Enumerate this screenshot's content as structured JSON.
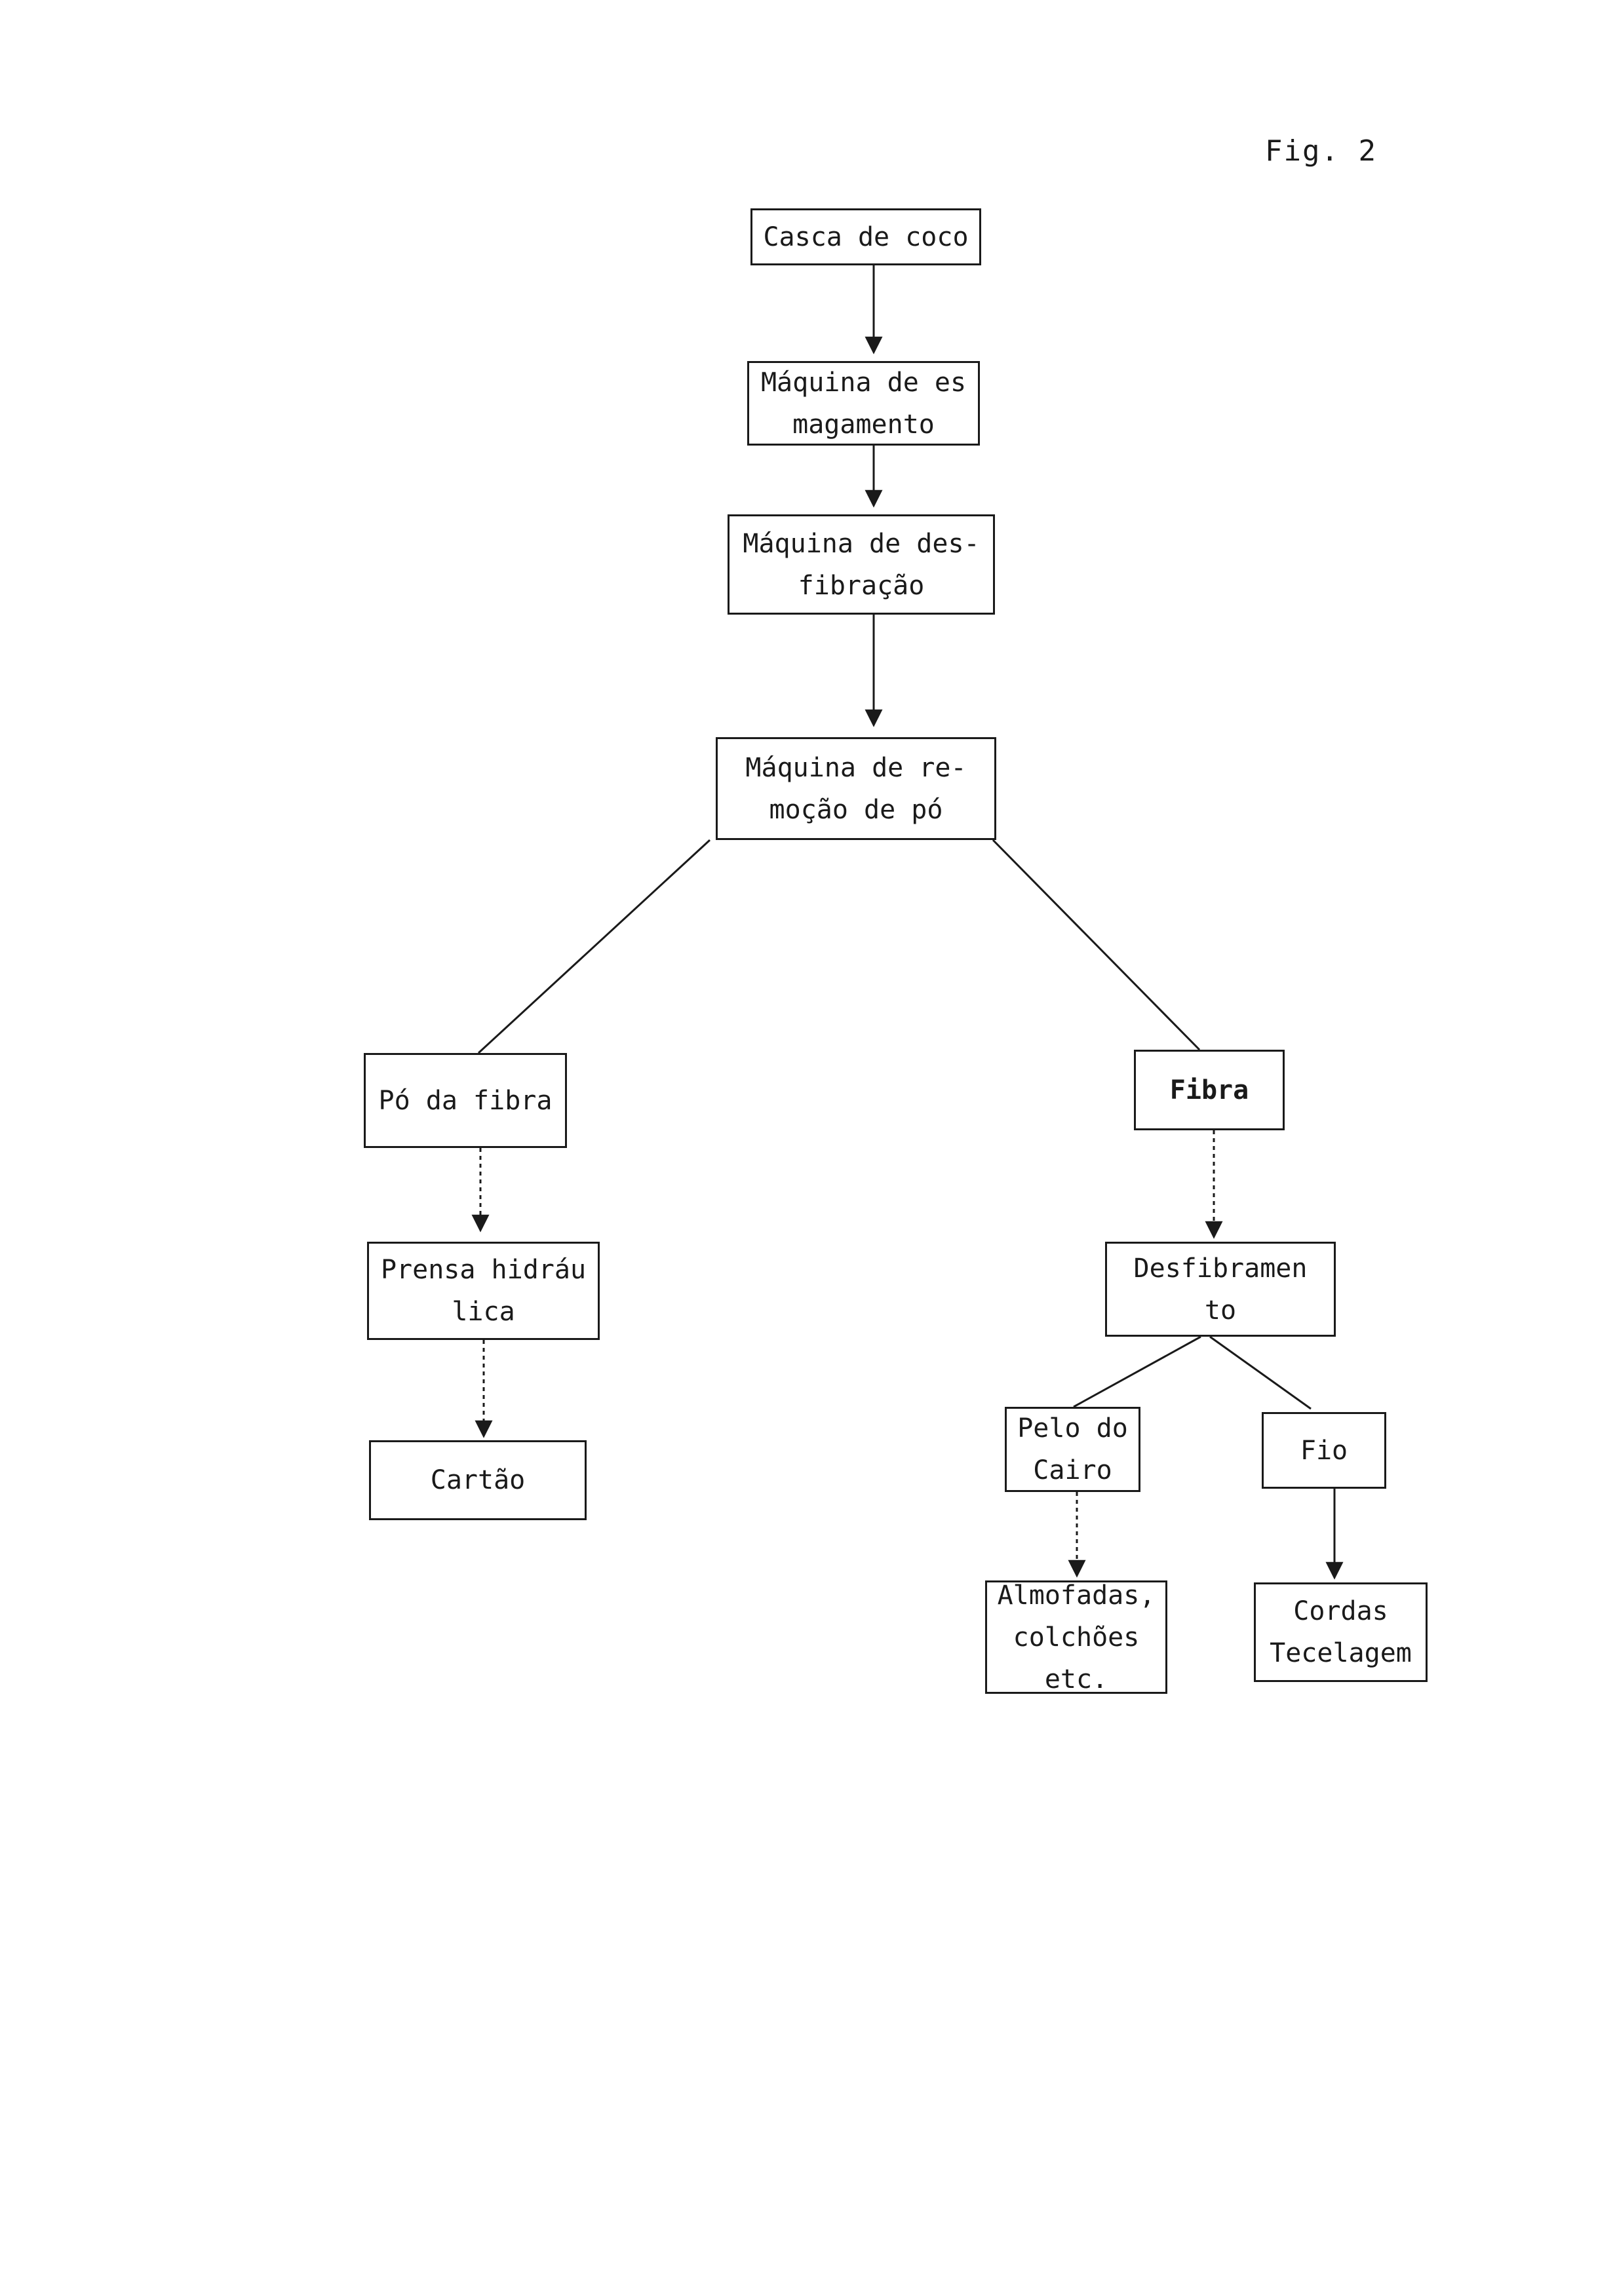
{
  "figure_label": "Fig. 2",
  "nodes": {
    "casca": {
      "lines": [
        "Casca de coco"
      ]
    },
    "esmagamento": {
      "lines": [
        "Máquina de es",
        "magamento"
      ]
    },
    "desfibracao": {
      "lines": [
        "Máquina de des-",
        "fibração"
      ]
    },
    "remocao": {
      "lines": [
        "Máquina de re-",
        "moção de pó"
      ]
    },
    "po": {
      "lines": [
        "Pó da fibra"
      ]
    },
    "fibra": {
      "lines": [
        "Fibra"
      ]
    },
    "prensa": {
      "lines": [
        "Prensa hidráu",
        "lica"
      ]
    },
    "desfibramento": {
      "lines": [
        "Desfibramen",
        "to"
      ]
    },
    "cartao": {
      "lines": [
        "Cartão"
      ]
    },
    "pelo": {
      "lines": [
        "Pelo do",
        "Cairo"
      ]
    },
    "fio": {
      "lines": [
        "Fio"
      ]
    },
    "almofadas": {
      "lines": [
        "Almofadas,",
        "colchões",
        "etc."
      ]
    },
    "cordas": {
      "lines": [
        "Cordas",
        "Tecelagem"
      ]
    }
  }
}
